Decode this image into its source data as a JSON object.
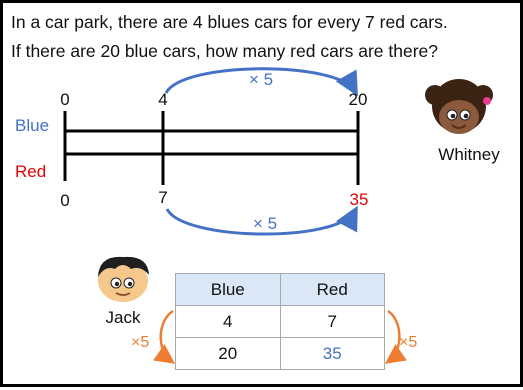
{
  "question": {
    "line1": "In a car park, there are 4 blues cars for every 7 red cars.",
    "line2": "If there are 20 blue cars, how many red cars are there?"
  },
  "bar_model": {
    "blue_label": "Blue",
    "red_label": "Red",
    "blue_ticks": [
      "0",
      "4",
      "20"
    ],
    "red_ticks": [
      "0",
      "7",
      "35"
    ],
    "top_multiplier": "× 5",
    "bottom_multiplier": "× 5"
  },
  "characters": {
    "whitney": "Whitney",
    "jack": "Jack"
  },
  "table": {
    "headers": [
      "Blue",
      "Red"
    ],
    "rows": [
      [
        "4",
        "7"
      ],
      [
        "20",
        "35"
      ]
    ],
    "left_multiplier": "×5",
    "right_multiplier": "×5"
  },
  "colors": {
    "blue_label": "#4472c4",
    "red_label": "#e60000",
    "arrow": "#4472c4",
    "table_arrow": "#ed7d31",
    "table_header": "#d9e7f7"
  }
}
